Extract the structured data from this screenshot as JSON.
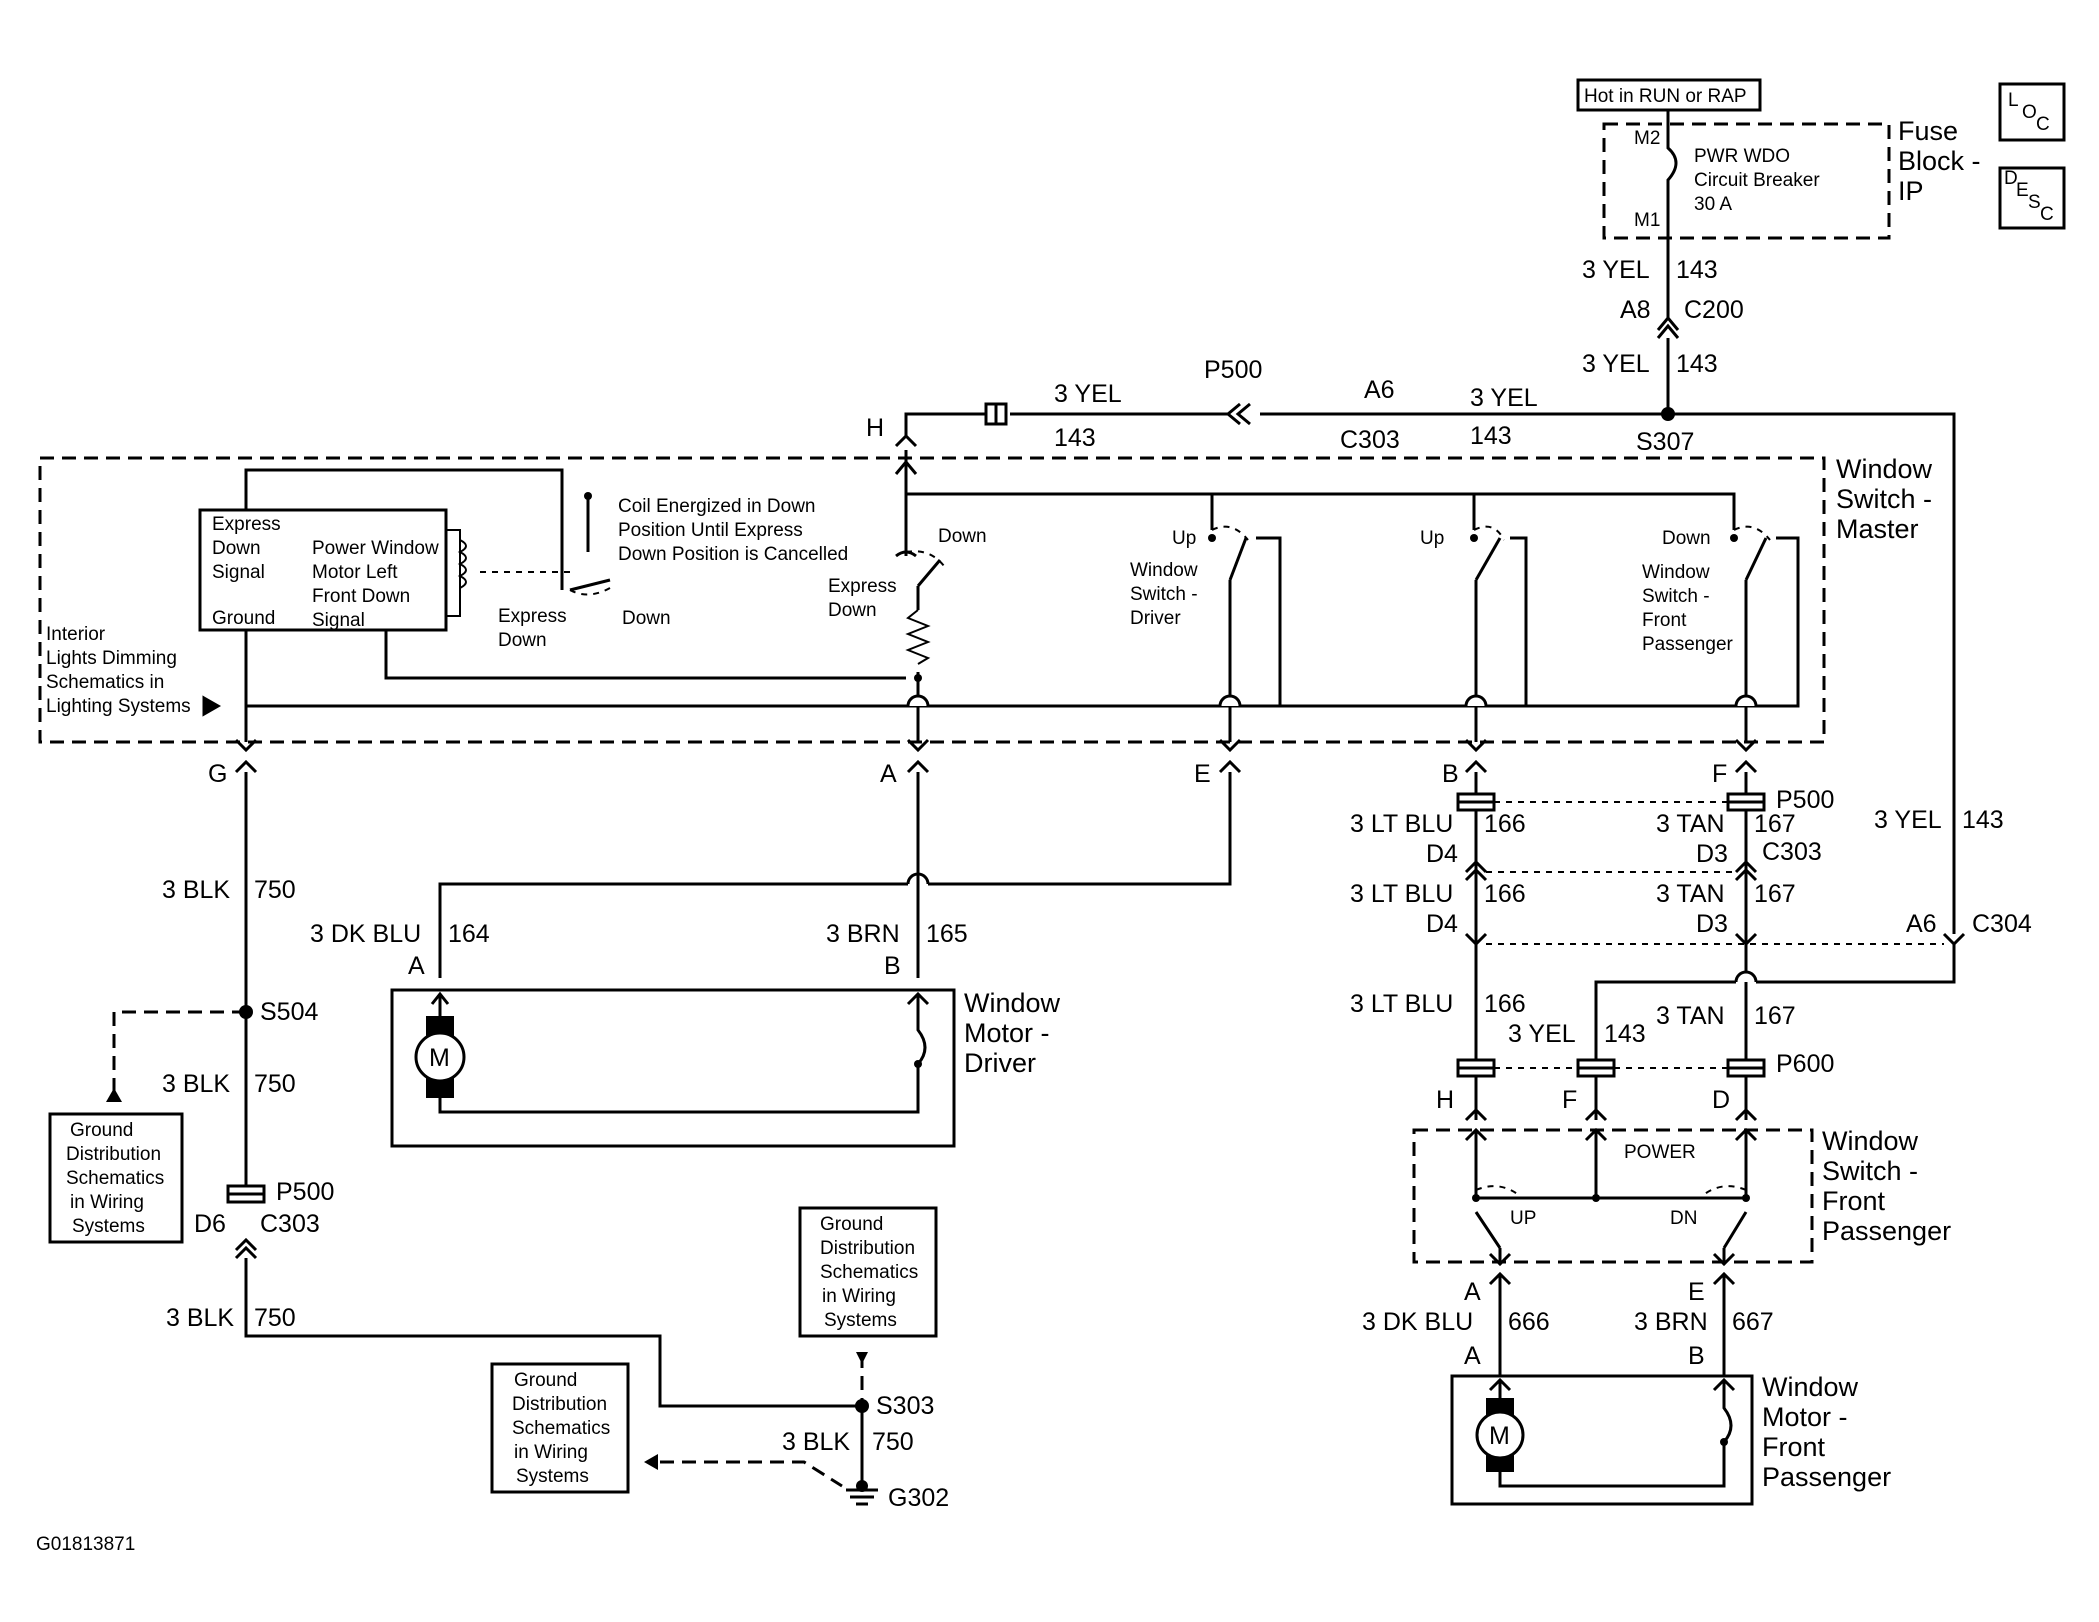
{
  "figure_id": "G01813871",
  "power_source": {
    "hot_label": "Hot in RUN or RAP",
    "fuse_block_label": [
      "Fuse",
      "Block -",
      "IP"
    ],
    "breaker_label": [
      "PWR WDO",
      "Circuit Breaker",
      "30 A"
    ],
    "terminal_m2": "M2",
    "terminal_m1": "M1",
    "loc_letters": [
      "L",
      "O",
      "C"
    ],
    "desc_letters": [
      "D",
      "E",
      "S",
      "C"
    ]
  },
  "feed": {
    "wire_top": [
      "3 YEL",
      "143"
    ],
    "conn_a8": "A8",
    "conn_c200": "C200",
    "wire_mid": [
      "3 YEL",
      "143"
    ],
    "splice_s307": "S307",
    "wire_left_a": [
      "3 YEL",
      "143"
    ],
    "wire_left_b": [
      "3 YEL",
      "143"
    ],
    "p500_top": "P500",
    "a6_top": "A6",
    "c303_top": "C303",
    "h_terminal": "H"
  },
  "master_switch": {
    "label": [
      "Window",
      "Switch -",
      "Master"
    ],
    "module_left": [
      "Express",
      "Down",
      "Signal",
      "Ground"
    ],
    "module_right": [
      "Power Window",
      "Motor Left",
      "Front Down",
      "Signal"
    ],
    "coil_note": [
      "Coil Energized in Down",
      "Position Until Express",
      "Down Position is Cancelled"
    ],
    "express_down_a": [
      "Express",
      "Down"
    ],
    "down_a": "Down",
    "down_b": "Down",
    "express_down_b": [
      "Express",
      "Down"
    ],
    "up_driver": "Up",
    "driver_label": [
      "Window",
      "Switch -",
      "Driver"
    ],
    "up_mid": "Up",
    "down_pass": "Down",
    "pass_label": [
      "Window",
      "Switch -",
      "Front",
      "Passenger"
    ],
    "dimming_label": [
      "Interior",
      "Lights Dimming",
      "Schematics in",
      "Lighting Systems"
    ],
    "pins": [
      "G",
      "A",
      "E",
      "B",
      "F"
    ]
  },
  "left_ground": {
    "wire1": [
      "3 BLK",
      "750"
    ],
    "splice_s504": "S504",
    "wire2": [
      "3 BLK",
      "750"
    ],
    "p500": "P500",
    "d6": "D6",
    "c303": "C303",
    "wire3": [
      "3 BLK",
      "750"
    ],
    "ground_ref_left": [
      "Ground",
      "Distribution",
      "Schematics",
      "in Wiring",
      "Systems"
    ],
    "ground_ref_mid": [
      "Ground",
      "Distribution",
      "Schematics",
      "in Wiring",
      "Systems"
    ],
    "ground_ref_top": [
      "Ground",
      "Distribution",
      "Schematics",
      "in Wiring",
      "Systems"
    ],
    "splice_s303": "S303",
    "wire4": [
      "3 BLK",
      "750"
    ],
    "ground_g302": "G302"
  },
  "driver_motor": {
    "wire_a": [
      "3 DK BLU",
      "164"
    ],
    "wire_b": [
      "3 BRN",
      "165"
    ],
    "pin_a": "A",
    "pin_b": "B",
    "motor_symbol": "M",
    "label": [
      "Window",
      "Motor -",
      "Driver"
    ]
  },
  "right_side": {
    "p500": "P500",
    "wire_ltblu_1": [
      "3 LT BLU",
      "166"
    ],
    "wire_tan_1": [
      "3 TAN",
      "167"
    ],
    "d4_a": "D4",
    "d3_a": "D3",
    "c303": "C303",
    "wire_ltblu_2": [
      "3 LT BLU",
      "166"
    ],
    "wire_tan_2": [
      "3 TAN",
      "167"
    ],
    "d4_b": "D4",
    "d3_b": "D3",
    "wire_yel_right": [
      "3 YEL",
      "143"
    ],
    "a6": "A6",
    "c304": "C304",
    "wire_ltblu_3": [
      "3 LT BLU",
      "166"
    ],
    "wire_yel_3": [
      "3 YEL",
      "143"
    ],
    "wire_tan_3": [
      "3 TAN",
      "167"
    ],
    "p600": "P600",
    "pin_h": "H",
    "pin_f": "F",
    "pin_d": "D",
    "power_label": "POWER",
    "up_label": "UP",
    "dn_label": "DN",
    "switch_label": [
      "Window",
      "Switch -",
      "Front",
      "Passenger"
    ],
    "pin_a_top": "A",
    "pin_e_top": "E",
    "wire_dkblu": [
      "3 DK BLU",
      "666"
    ],
    "wire_brn": [
      "3 BRN",
      "667"
    ],
    "pin_a_bot": "A",
    "pin_b_bot": "B",
    "motor_symbol": "M",
    "motor_label": [
      "Window",
      "Motor -",
      "Front",
      "Passenger"
    ]
  }
}
